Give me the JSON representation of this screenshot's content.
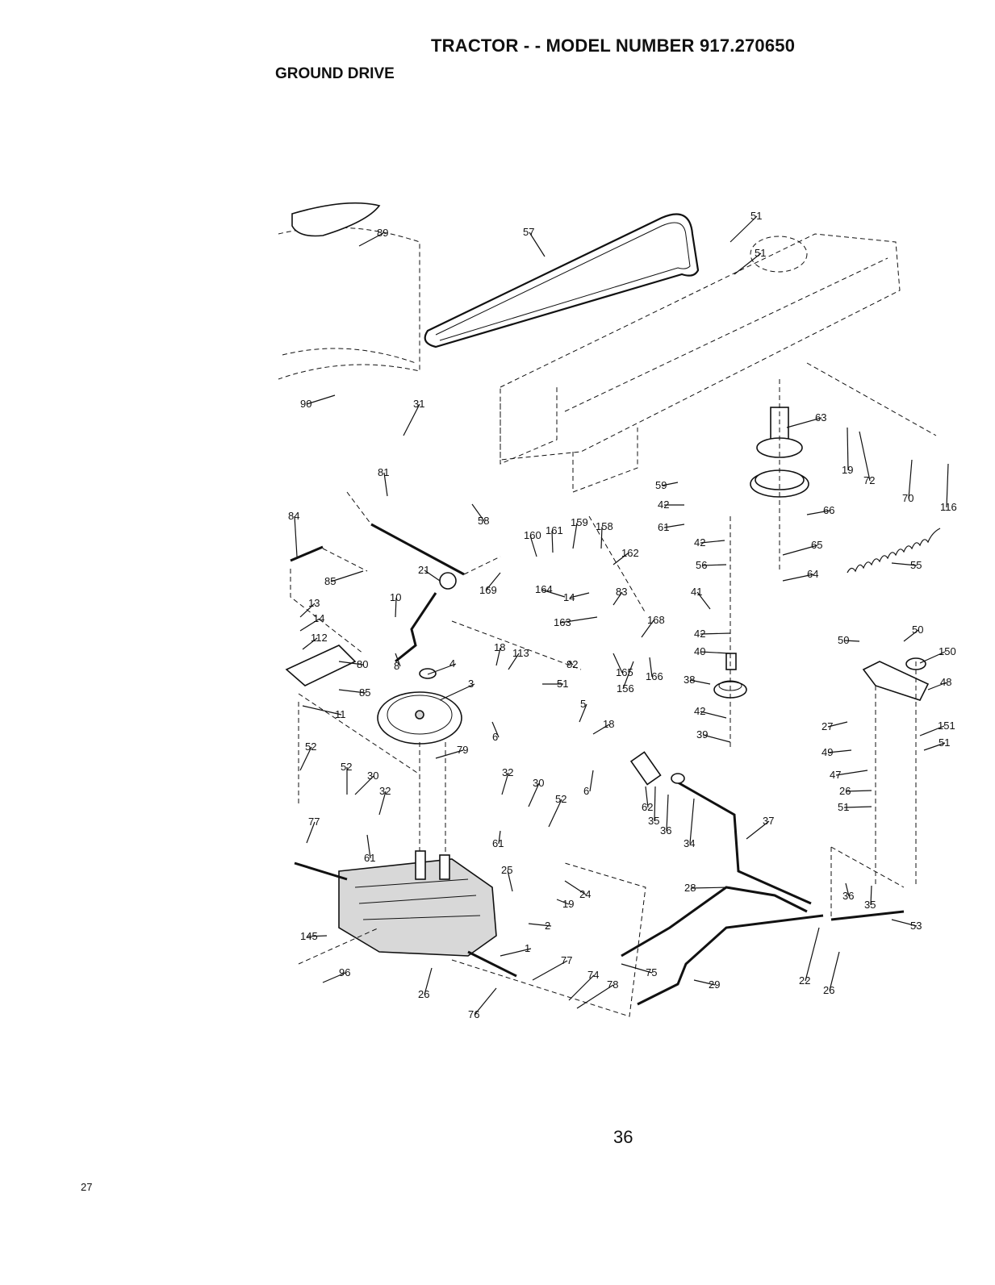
{
  "header": {
    "title": "TRACTOR - - MODEL NUMBER 917.270650",
    "section": "GROUND DRIVE"
  },
  "footer": {
    "page_number": "36"
  },
  "callouts": [
    "57",
    "51",
    "51",
    "89",
    "90",
    "31",
    "81",
    "58",
    "63",
    "19",
    "72",
    "70",
    "116",
    "84",
    "85",
    "13",
    "14",
    "112",
    "80",
    "85",
    "11",
    "21",
    "10",
    "8",
    "4",
    "3",
    "79",
    "169",
    "160",
    "161",
    "159",
    "158",
    "162",
    "164",
    "14",
    "83",
    "163",
    "168",
    "18",
    "113",
    "82",
    "165",
    "166",
    "156",
    "51",
    "5",
    "18",
    "6",
    "6",
    "59",
    "42",
    "61",
    "66",
    "42",
    "56",
    "65",
    "64",
    "55",
    "41",
    "42",
    "40",
    "38",
    "42",
    "39",
    "50",
    "50",
    "150",
    "48",
    "27",
    "151",
    "51",
    "49",
    "47",
    "26",
    "51",
    "52",
    "52",
    "30",
    "32",
    "77",
    "61",
    "32",
    "30",
    "52",
    "61",
    "62",
    "35",
    "36",
    "34",
    "37",
    "25",
    "19",
    "24",
    "2",
    "28",
    "36",
    "35",
    "53",
    "145",
    "96",
    "26",
    "1",
    "77",
    "74",
    "78",
    "76",
    "75",
    "29",
    "22",
    "26",
    "27"
  ]
}
